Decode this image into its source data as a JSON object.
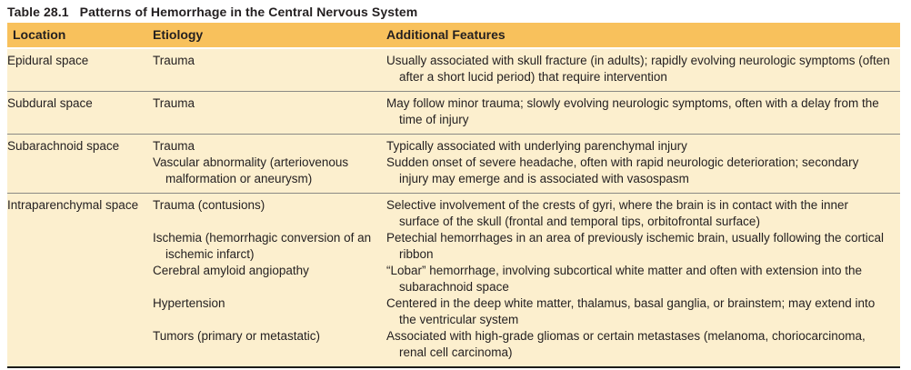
{
  "title": {
    "label": "Table 28.1",
    "text": "Patterns of Hemorrhage in the Central Nervous System"
  },
  "colors": {
    "header_bg": "#f8c15c",
    "row_bg": "#fcefce",
    "text": "#231f20",
    "separator": "#8a8a85",
    "bottom_border": "#1c1c1a"
  },
  "table": {
    "columns": [
      "Location",
      "Etiology",
      "Additional Features"
    ],
    "rows": [
      {
        "location": "Epidural space",
        "entries": [
          {
            "etiology": "Trauma",
            "features": "Usually associated with skull fracture (in adults); rapidly evolving neurologic symptoms (often after a short lucid period) that require intervention"
          }
        ]
      },
      {
        "location": "Subdural space",
        "entries": [
          {
            "etiology": "Trauma",
            "features": "May follow minor trauma; slowly evolving neurologic symptoms, often with a delay from the time of injury"
          }
        ]
      },
      {
        "location": "Subarachnoid space",
        "entries": [
          {
            "etiology": "Trauma",
            "features": "Typically associated with underlying parenchymal injury"
          },
          {
            "etiology": "Vascular abnormality (arteriovenous malformation or aneurysm)",
            "features": "Sudden onset of severe headache, often with rapid neurologic deterioration; secondary injury may emerge and is associated with vasospasm"
          }
        ]
      },
      {
        "location": "Intraparenchymal space",
        "entries": [
          {
            "etiology": "Trauma (contusions)",
            "features": "Selective involvement of the crests of gyri, where the brain is in contact with the inner surface of the skull (frontal and temporal tips, orbitofrontal surface)"
          },
          {
            "etiology": "Ischemia (hemorrhagic conversion of an ischemic infarct)",
            "features": "Petechial hemorrhages in an area of previously ischemic brain, usually following the cortical ribbon"
          },
          {
            "etiology": "Cerebral amyloid angiopathy",
            "features": "“Lobar” hemorrhage, involving subcortical white matter and often with extension into the subarachnoid space"
          },
          {
            "etiology": "Hypertension",
            "features": "Centered in the deep white matter, thalamus, basal ganglia, or brainstem; may extend into the ventricular system"
          },
          {
            "etiology": "Tumors (primary or metastatic)",
            "features": "Associated with high-grade gliomas or certain metastases (melanoma, choriocarcinoma, renal cell carcinoma)"
          }
        ]
      }
    ]
  }
}
